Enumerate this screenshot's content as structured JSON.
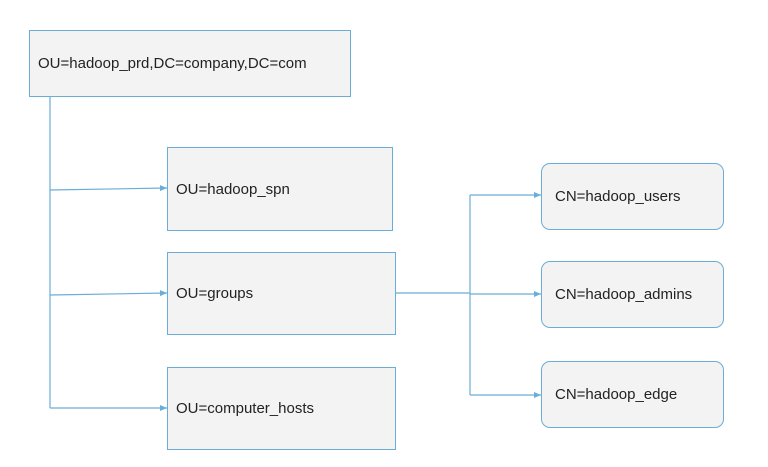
{
  "diagram": {
    "root": {
      "label": "OU=hadoop_prd,DC=company,DC=com"
    },
    "ou_children": [
      {
        "label": "OU=hadoop_spn"
      },
      {
        "label": "OU=groups"
      },
      {
        "label": "OU=computer_hosts"
      }
    ],
    "group_children": [
      {
        "label": "CN=hadoop_users"
      },
      {
        "label": "CN=hadoop_admins"
      },
      {
        "label": "CN=hadoop_edge"
      }
    ],
    "colors": {
      "connector": "#6aaed6",
      "box_border": "#6aaed6",
      "box_fill": "#f3f3f3",
      "text": "#222222"
    }
  }
}
